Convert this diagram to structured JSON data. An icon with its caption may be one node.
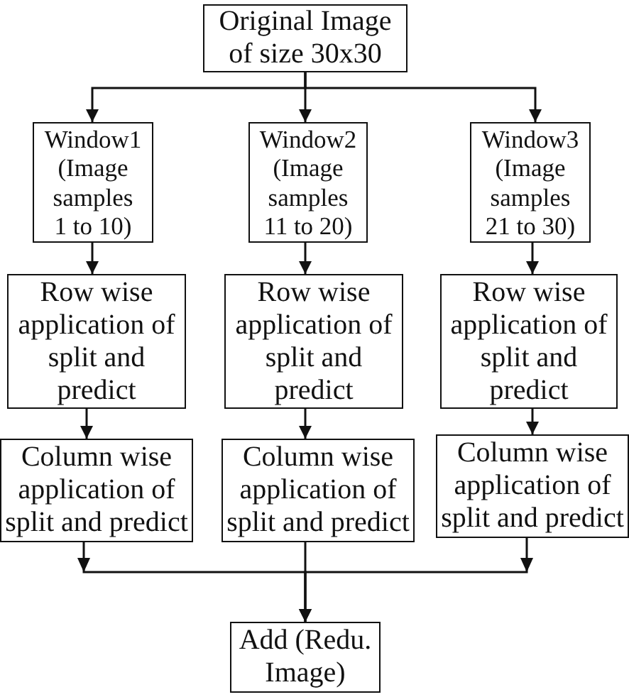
{
  "diagram": {
    "nodes": [
      {
        "text": [
          "Original Image of size 30x30"
        ]
      },
      {
        "text": [
          "Window1",
          "(Image samples 1 to 10)"
        ]
      },
      {
        "text": [
          "Window2",
          "(Image samples 11 to 20)"
        ]
      },
      {
        "text": [
          "Window3",
          "(Image samples 21 to 30)"
        ]
      },
      {
        "text": [
          "Row wise application of split and predict"
        ]
      },
      {
        "text": [
          "Row wise application of split and predict"
        ]
      },
      {
        "text": [
          "Row wise application of split and predict"
        ]
      },
      {
        "text": [
          "Column wise application of split and predict"
        ]
      },
      {
        "text": [
          "Column wise application of split and predict"
        ]
      },
      {
        "text": [
          "Column wise application of split and predict"
        ]
      },
      {
        "text": [
          "Add (Redu. Image)"
        ]
      }
    ],
    "edges": [
      {
        "from": 0,
        "to": 1,
        "arrow": "to"
      },
      {
        "from": 0,
        "to": 2,
        "arrow": "to"
      },
      {
        "from": 0,
        "to": 3,
        "arrow": "to"
      },
      {
        "from": 1,
        "to": 4,
        "arrow": "to"
      },
      {
        "from": 2,
        "to": 5,
        "arrow": "to"
      },
      {
        "from": 3,
        "to": 6,
        "arrow": "to"
      },
      {
        "from": 4,
        "to": 7,
        "arrow": "to"
      },
      {
        "from": 5,
        "to": 8,
        "arrow": "to"
      },
      {
        "from": 6,
        "to": 9,
        "arrow": "to"
      },
      {
        "from": 7,
        "to": 10,
        "arrow": "to"
      },
      {
        "from": 8,
        "to": 10,
        "arrow": "to"
      },
      {
        "from": 9,
        "to": 10,
        "arrow": "to"
      }
    ]
  }
}
